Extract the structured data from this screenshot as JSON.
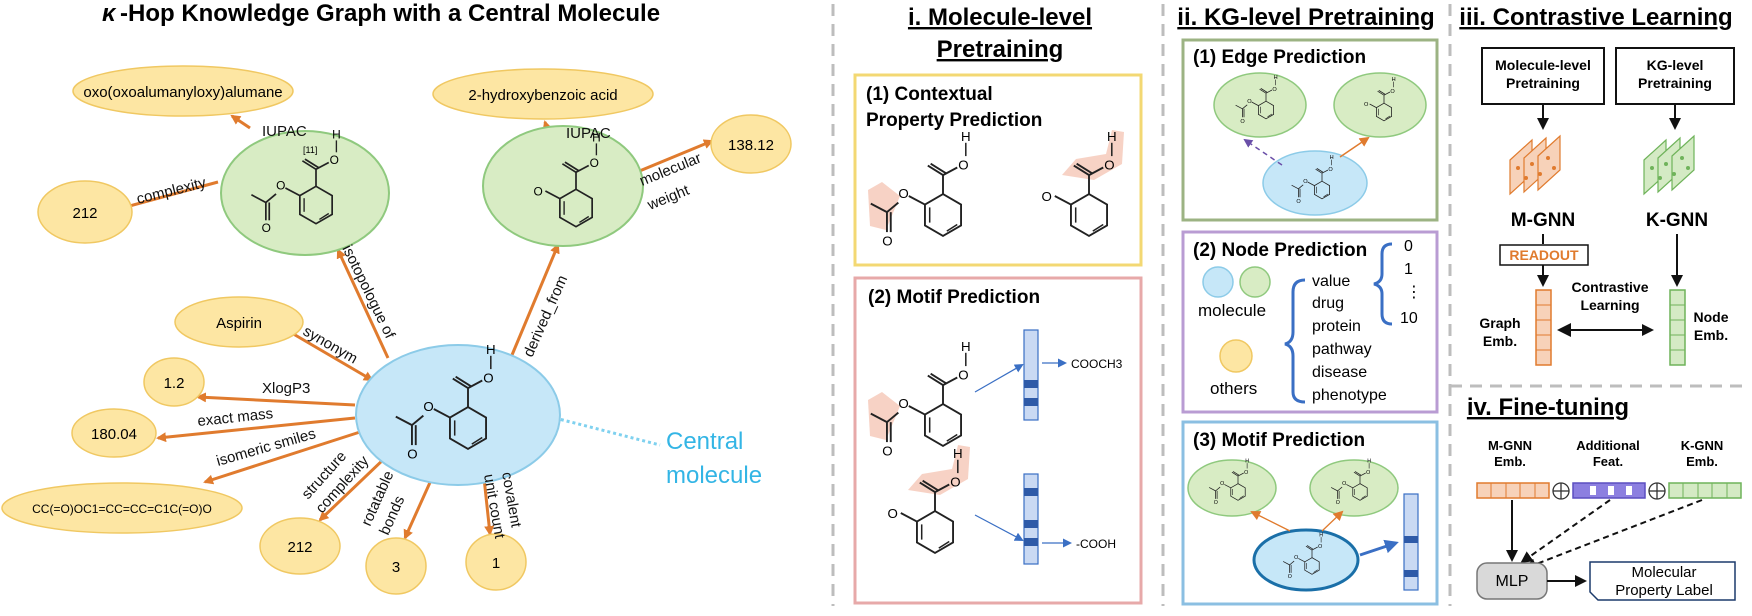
{
  "kg": {
    "title_kappa": "κ",
    "title_rest": "-Hop Knowledge Graph with a Central Molecule",
    "nodes": {
      "iupac1": "oxo(oxoalumanyloxy)alumane",
      "iupac2": "2-hydroxybenzoic acid",
      "complexity_val": "212",
      "mw_val": "138.12",
      "aspirin": "Aspirin",
      "xlogp": "1.2",
      "exact_mass": "180.04",
      "smiles": "CC(=O)OC1=CC=CC=C1C(=O)O",
      "struct_complexity": "212",
      "rot_bonds": "3",
      "covalent": "1",
      "isotope_mark": "[11]"
    },
    "edges": {
      "iupac_a": "IUPAC",
      "iupac_b": "IUPAC",
      "complexity": "complexity",
      "mw_1": "molecular",
      "mw_2": "weight",
      "isotopologue": "isotopologue of",
      "derived": "derived_from",
      "synonym": "synonym",
      "xlogp": "XlogP3",
      "exact_mass": "exact mass",
      "iso_smiles": "isomeric smiles",
      "struct_1": "structure",
      "struct_2": "complexity",
      "rot_1": "rotatable",
      "rot_2": "bonds",
      "cov_1": "covalent",
      "cov_2": "unit count"
    },
    "central_1": "Central",
    "central_2": "molecule"
  },
  "section_i": {
    "title_1": "i. Molecule-level",
    "title_2": "Pretraining",
    "box1_1": "(1) Contextual",
    "box1_2": "Property Prediction",
    "box2": "(2) Motif Prediction",
    "motif1": "COOCH3",
    "motif2": "-COOH"
  },
  "section_ii": {
    "title": "ii. KG-level Pretraining",
    "box1": "(1) Edge Prediction",
    "box2": "(2) Node Prediction",
    "box3": "(3) Motif Prediction",
    "molecule_label": "molecule",
    "others_label": "others",
    "categories": [
      "value",
      "drug",
      "protein",
      "pathway",
      "disease",
      "phenotype"
    ],
    "values": [
      "0",
      "1",
      "⋮",
      "10"
    ]
  },
  "section_iii": {
    "title": "iii. Contrastive Learning",
    "mol_box_1": "Molecule-level",
    "mol_box_2": "Pretraining",
    "kg_box_1": "KG-level",
    "kg_box_2": "Pretraining",
    "mgnn": "M-GNN",
    "kgnn": "K-GNN",
    "readout": "READOUT",
    "contrastive_1": "Contrastive",
    "contrastive_2": "Learning",
    "graph_emb_1": "Graph",
    "graph_emb_2": "Emb.",
    "node_emb_1": "Node",
    "node_emb_2": "Emb."
  },
  "section_iv": {
    "title": "iv. Fine-tuning",
    "mgnn_emb_1": "M-GNN",
    "mgnn_emb_2": "Emb.",
    "add_feat_1": "Additional",
    "add_feat_2": "Feat.",
    "kgnn_emb_1": "K-GNN",
    "kgnn_emb_2": "Emb.",
    "mlp": "MLP",
    "label_1": "Molecular",
    "label_2": "Property Label"
  },
  "colors": {
    "orange": "#e07b2e",
    "yellow_fill": "#fde6a3",
    "yellow_stroke": "#f0c862",
    "green_fill": "#d8ecc4",
    "green_stroke": "#8fc97e",
    "blue_fill": "#c6e7f8",
    "blue_stroke": "#8ccbe8",
    "cyan_text": "#33b5e5",
    "pink_fill": "#f6cdbf",
    "bar_fill": "#c9d9f3",
    "bar_dark": "#2e5aa8",
    "purple": "#8c7fe0",
    "green_emb": "#6fb35a"
  }
}
